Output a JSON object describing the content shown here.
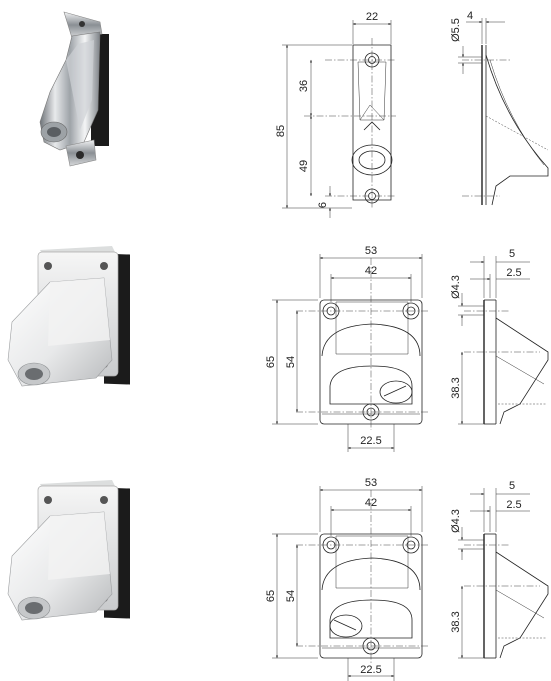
{
  "rows": [
    {
      "front": {
        "width": "22",
        "height": "85",
        "upper": "36",
        "lower": "49",
        "bottom": "6"
      },
      "side": {
        "hole": "Ø5.5",
        "thickness": "4"
      }
    },
    {
      "front": {
        "width": "53",
        "inner": "42",
        "height": "65",
        "inner_height": "54",
        "offset": "22.5"
      },
      "side": {
        "outer": "5",
        "inner": "2.5",
        "hole": "Ø4.3",
        "depth": "38.3"
      }
    },
    {
      "front": {
        "width": "53",
        "inner": "42",
        "height": "65",
        "inner_height": "54",
        "offset": "22.5"
      },
      "side": {
        "outer": "5",
        "inner": "2.5",
        "hole": "Ø4.3",
        "depth": "38.3"
      }
    }
  ]
}
